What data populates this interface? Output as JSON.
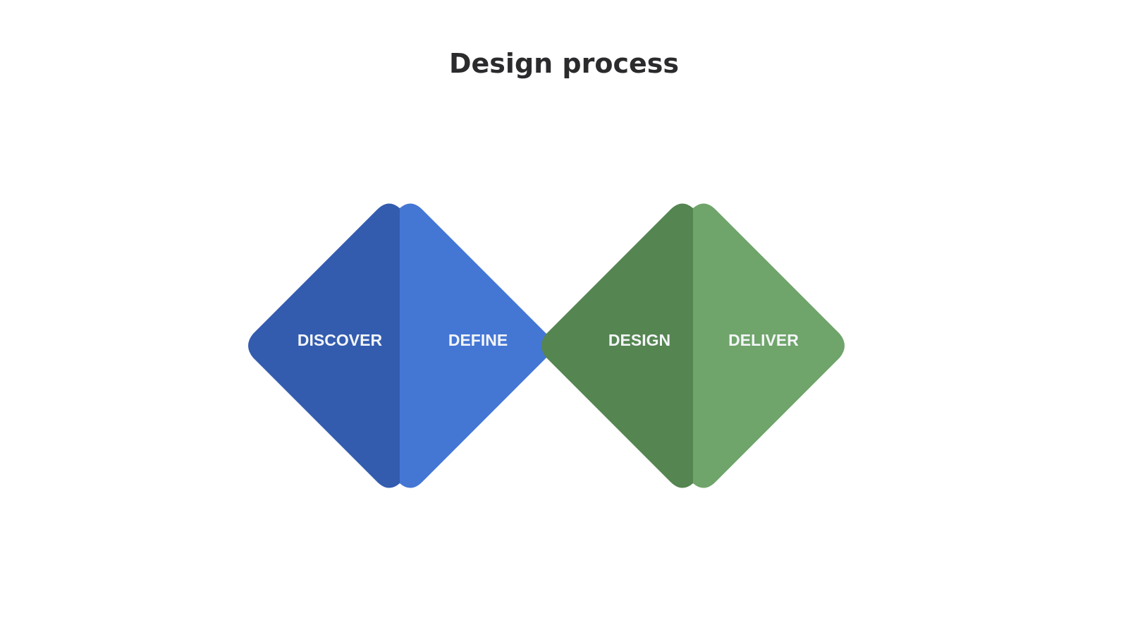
{
  "title": "Design process",
  "diamonds": [
    {
      "name": "first-diamond",
      "phases": [
        {
          "label": "DISCOVER",
          "color": "#335caf"
        },
        {
          "label": "DEFINE",
          "color": "#4476d4"
        }
      ]
    },
    {
      "name": "second-diamond",
      "phases": [
        {
          "label": "DESIGN",
          "color": "#558551"
        },
        {
          "label": "DELIVER",
          "color": "#6fa46a"
        }
      ]
    }
  ]
}
